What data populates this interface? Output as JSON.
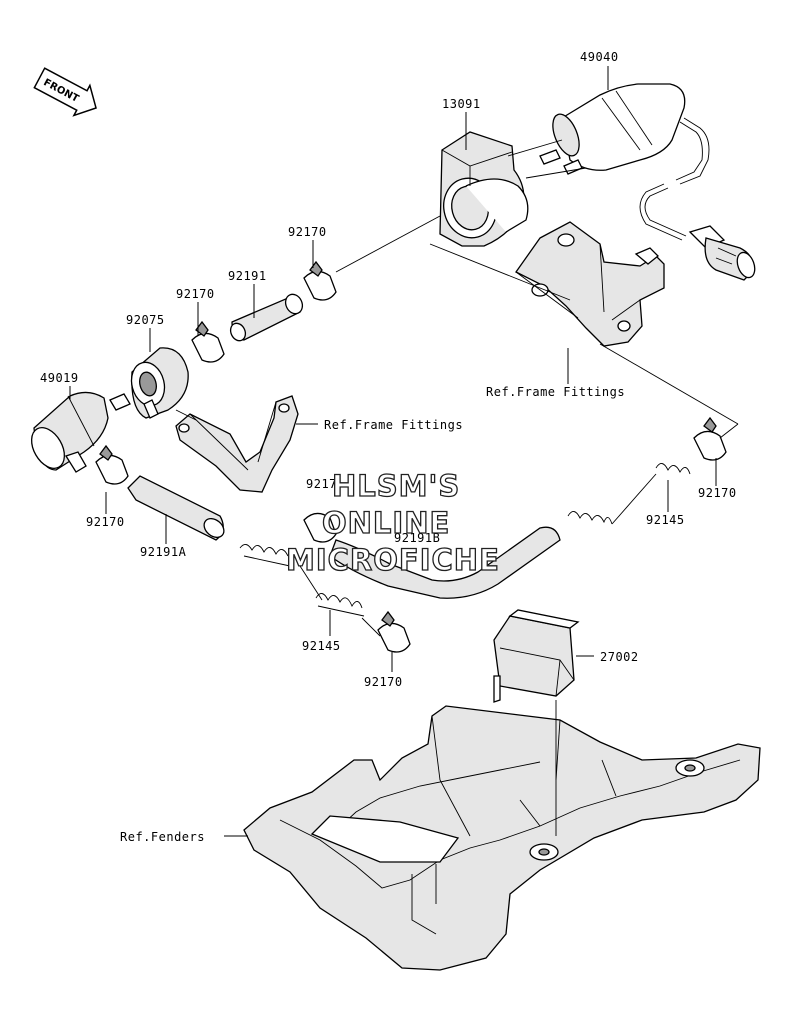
{
  "labels": {
    "p49040": "49040",
    "p13091": "13091",
    "p92170_top": "92170",
    "p92191": "92191",
    "p92170_b": "92170",
    "p92075": "92075",
    "p49019": "49019",
    "p92170_left": "92170",
    "p92191A": "92191A",
    "p9217x_center": "9217",
    "p92191B": "92191B",
    "p92145_left": "92145",
    "p92170_bottom": "92170",
    "p92145_right": "92145",
    "p92170_right": "92170",
    "p27002": "27002",
    "ref_frame_top": "Ref.Frame Fittings",
    "ref_frame_mid": "Ref.Frame Fittings",
    "ref_fenders": "Ref.Fenders"
  },
  "front_arrow": {
    "text": "FRONT"
  },
  "watermark": {
    "line1": "HLSM'S",
    "line2": "ONLINE",
    "line3": "MICROFICHE"
  },
  "icons": {
    "front": "front-arrow-icon"
  }
}
